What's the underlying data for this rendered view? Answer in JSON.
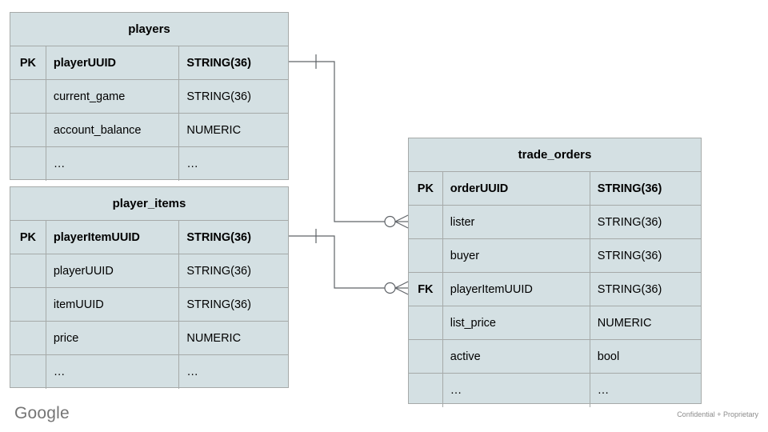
{
  "diagram": {
    "type": "entity-relationship-diagram",
    "notation": "crows-foot",
    "background_color": "#ffffff",
    "entity_fill_color": "#d4e0e3",
    "entity_border_color": "#a6aaa9",
    "connector_color": "#5f6368"
  },
  "entities": [
    {
      "name": "players",
      "columns": [
        "key",
        "field",
        "type"
      ],
      "rows": [
        {
          "key": "PK",
          "field": "playerUUID",
          "type": "STRING(36)",
          "primary": true
        },
        {
          "key": "",
          "field": "current_game",
          "type": "STRING(36)",
          "primary": false
        },
        {
          "key": "",
          "field": "account_balance",
          "type": "NUMERIC",
          "primary": false
        },
        {
          "key": "",
          "field": "…",
          "type": "…",
          "primary": false
        }
      ]
    },
    {
      "name": "player_items",
      "columns": [
        "key",
        "field",
        "type"
      ],
      "rows": [
        {
          "key": "PK",
          "field": "playerItemUUID",
          "type": "STRING(36)",
          "primary": true
        },
        {
          "key": "",
          "field": "playerUUID",
          "type": "STRING(36)",
          "primary": false
        },
        {
          "key": "",
          "field": "itemUUID",
          "type": "STRING(36)",
          "primary": false
        },
        {
          "key": "",
          "field": "price",
          "type": "NUMERIC",
          "primary": false
        },
        {
          "key": "",
          "field": "…",
          "type": "…",
          "primary": false
        }
      ]
    },
    {
      "name": "trade_orders",
      "columns": [
        "key",
        "field",
        "type"
      ],
      "rows": [
        {
          "key": "PK",
          "field": "orderUUID",
          "type": "STRING(36)",
          "primary": true
        },
        {
          "key": "",
          "field": "lister",
          "type": "STRING(36)",
          "primary": false
        },
        {
          "key": "",
          "field": "buyer",
          "type": "STRING(36)",
          "primary": false
        },
        {
          "key": "FK",
          "field": "playerItemUUID",
          "type": "STRING(36)",
          "primary": false
        },
        {
          "key": "",
          "field": "list_price",
          "type": "NUMERIC",
          "primary": false
        },
        {
          "key": "",
          "field": "active",
          "type": "bool",
          "primary": false
        },
        {
          "key": "",
          "field": "…",
          "type": "…",
          "primary": false
        }
      ]
    }
  ],
  "relationships": [
    {
      "from_entity": "players",
      "from_field": "playerUUID",
      "from_cardinality": "one",
      "to_entity": "trade_orders",
      "to_field": "lister",
      "to_cardinality": "zero-or-many"
    },
    {
      "from_entity": "player_items",
      "from_field": "playerItemUUID",
      "from_cardinality": "one",
      "to_entity": "trade_orders",
      "to_field": "playerItemUUID",
      "to_cardinality": "zero-or-many"
    }
  ],
  "footer": {
    "logo_text": "Google",
    "confidentiality_notice": "Confidential + Proprietary"
  }
}
